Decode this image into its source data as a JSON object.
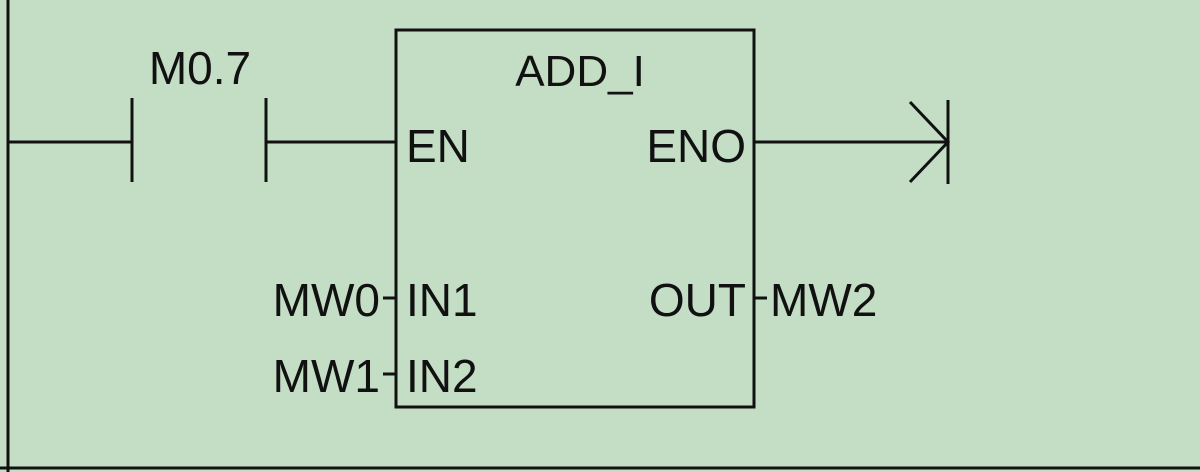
{
  "diagram": {
    "contact": {
      "address": "M0.7"
    },
    "block": {
      "title": "ADD_I",
      "inputs": {
        "en": "EN",
        "in1": "IN1",
        "in2": "IN2"
      },
      "outputs": {
        "eno": "ENO",
        "out": "OUT"
      }
    },
    "operands": {
      "in1": "MW0",
      "in2": "MW1",
      "out": "MW2"
    }
  },
  "colors": {
    "background": "#c3dec4",
    "line": "#111111",
    "frame_border": "#2b2b2b"
  }
}
